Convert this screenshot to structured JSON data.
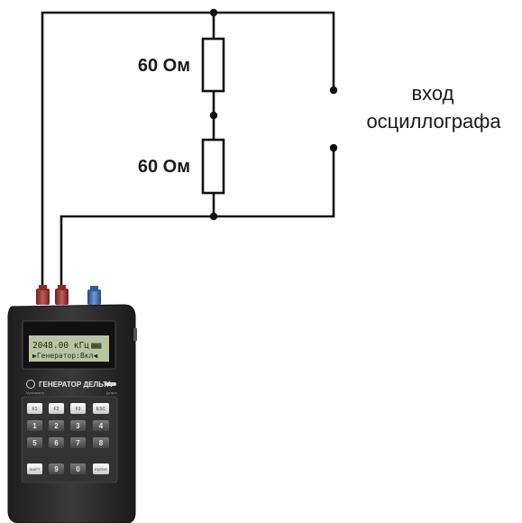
{
  "circuit": {
    "resistor_top_label": "60 Ом",
    "resistor_bottom_label": "60 Ом",
    "scope_line1": "вход",
    "scope_line2": "осциллографа"
  },
  "device": {
    "display_line1": "2048.00 кГц",
    "display_line2": "▶Генератор:Вкл◀",
    "title": "ГЕНЕРАТОР ДЕЛЬТА",
    "brand_small": "Мультиметр",
    "model_small": "Дельта",
    "keys": {
      "f1": "F1",
      "f2": "F2",
      "f3": "F3",
      "esc": "ESC",
      "digits": [
        "1",
        "2",
        "3",
        "4",
        "5",
        "6",
        "7",
        "8",
        "9",
        "0"
      ],
      "shift": "SHIFT",
      "enter": "ENTER"
    },
    "colors": {
      "body": "#2c2c2c",
      "lcd": "#b6c6a2",
      "terminal_red": "#a23a3a",
      "terminal_blue": "#3d6fb8"
    }
  }
}
